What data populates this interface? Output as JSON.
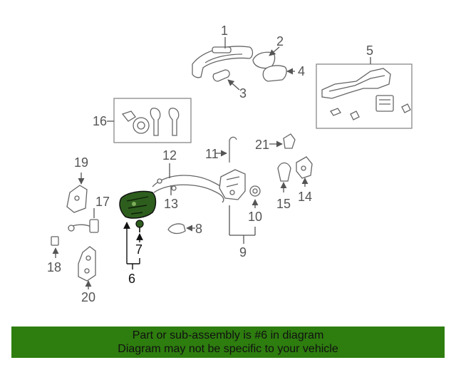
{
  "labels": {
    "p1": "1",
    "p2": "2",
    "p3": "3",
    "p4": "4",
    "p5": "5",
    "p6": "6",
    "p7": "7",
    "p8": "8",
    "p9": "9",
    "p10": "10",
    "p11": "11",
    "p12": "12",
    "p13": "13",
    "p14": "14",
    "p15": "15",
    "p16": "16",
    "p17": "17",
    "p18": "18",
    "p19": "19",
    "p20": "20",
    "p21": "21"
  },
  "highlighted_part": "6",
  "colors": {
    "highlight": "#2e5e1e",
    "banner": "#2e7d0f",
    "line": "#666666"
  },
  "banner": {
    "line1": "Part or sub-assembly is #6 in diagram",
    "line2": "Diagram may not be specific to your vehicle"
  }
}
